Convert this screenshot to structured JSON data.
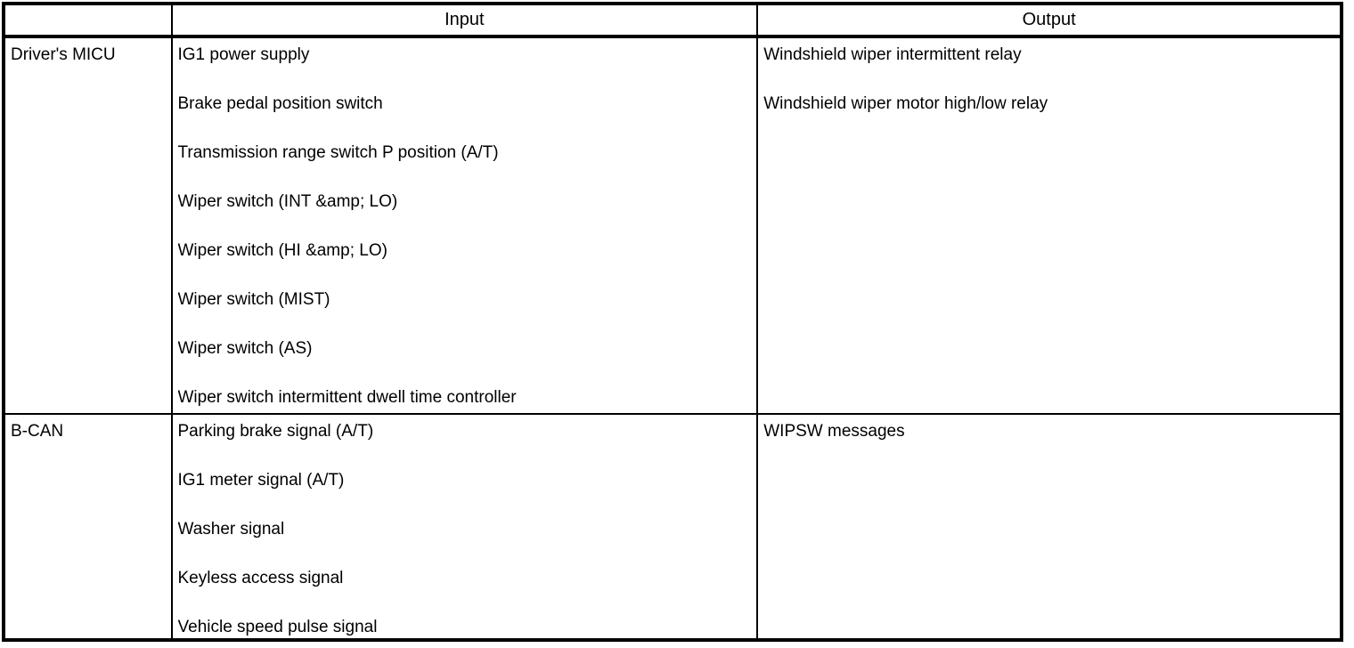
{
  "table": {
    "headers": {
      "source": "",
      "input": "Input",
      "output": "Output"
    },
    "rows": [
      {
        "source": "Driver's MICU",
        "inputs": [
          "IG1 power supply",
          "Brake pedal position switch",
          "Transmission range switch P position (A/T)",
          "Wiper switch (INT &amp; LO)",
          "Wiper switch (HI &amp; LO)",
          "Wiper switch (MIST)",
          "Wiper switch (AS)",
          "Wiper switch intermittent dwell time controller"
        ],
        "outputs": [
          "Windshield wiper intermittent relay",
          "Windshield wiper motor high/low relay"
        ]
      },
      {
        "source": "B-CAN",
        "inputs": [
          "Parking brake signal (A/T)",
          "IG1 meter signal (A/T)",
          "Washer signal",
          "Keyless access signal",
          "Vehicle speed pulse signal"
        ],
        "outputs": [
          "WIPSW messages"
        ]
      }
    ]
  },
  "colors": {
    "border": "#000000",
    "background": "#ffffff",
    "text": "#000000"
  }
}
